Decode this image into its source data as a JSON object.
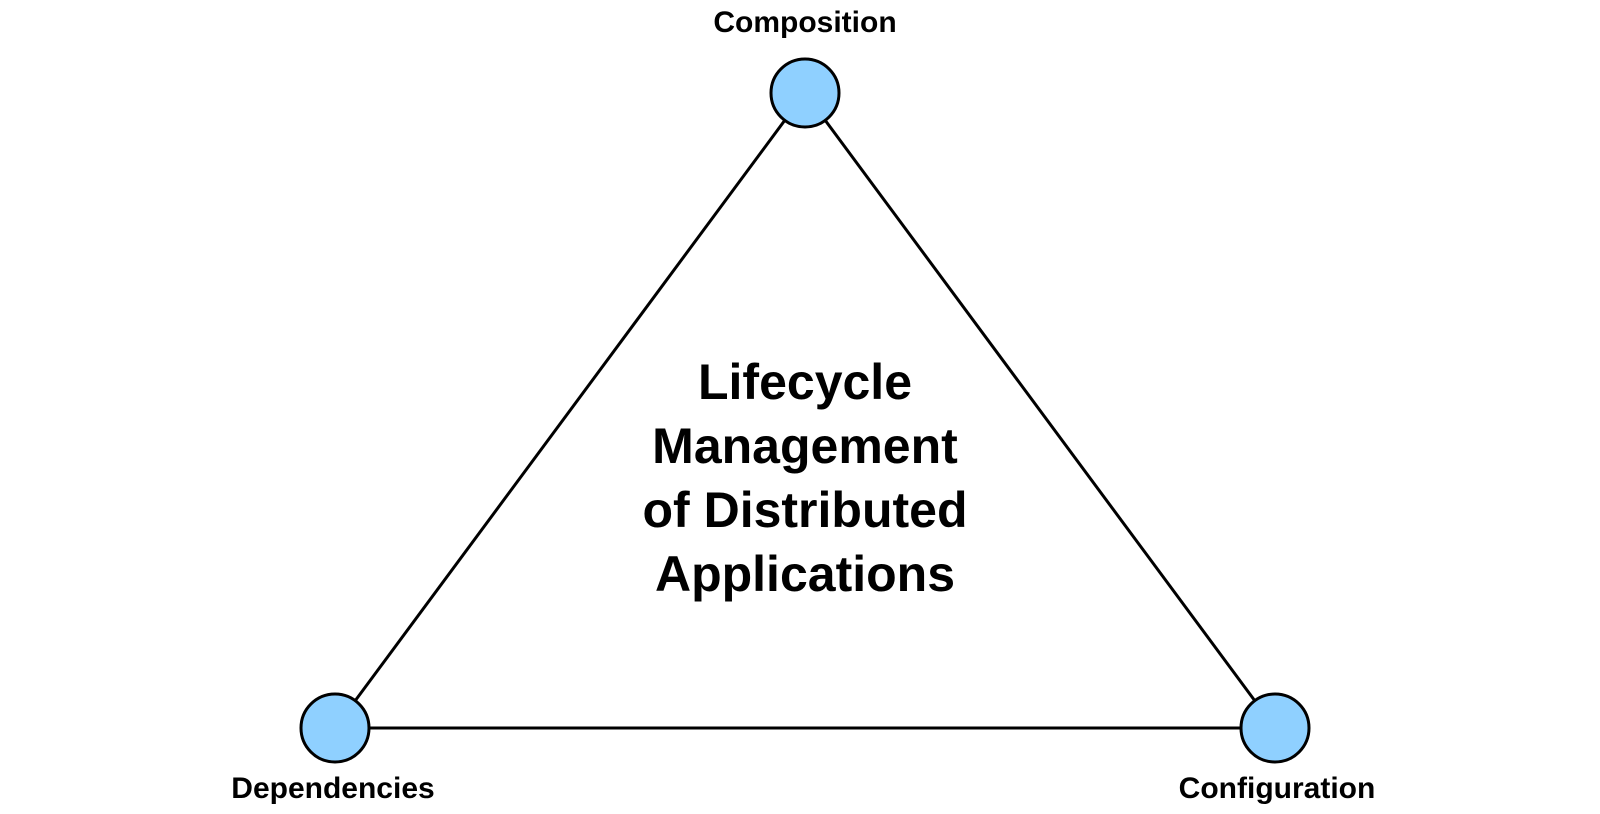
{
  "diagram": {
    "center_title_lines": [
      "Lifecycle",
      "Management",
      "of Distributed",
      "Applications"
    ],
    "nodes": {
      "top": {
        "label": "Composition"
      },
      "bottom_left": {
        "label": "Dependencies"
      },
      "bottom_right": {
        "label": "Configuration"
      }
    },
    "colors": {
      "node_fill": "#8fd0ff",
      "stroke": "#000000",
      "text": "#000000"
    }
  }
}
